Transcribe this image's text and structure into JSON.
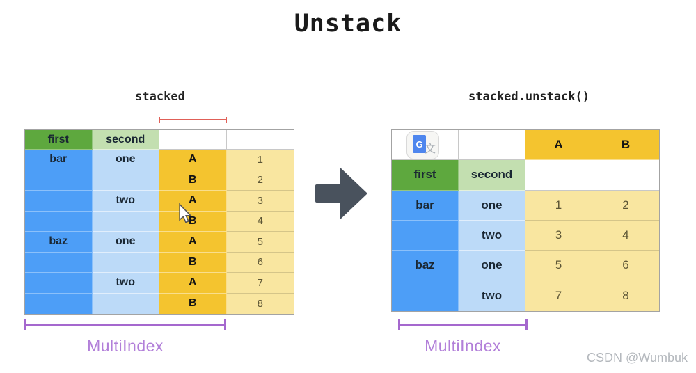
{
  "title": "Unstack",
  "left": {
    "label": "stacked",
    "header": [
      "first",
      "second",
      "",
      ""
    ],
    "rows": [
      [
        "bar",
        "one",
        "A",
        "1"
      ],
      [
        "",
        "",
        "B",
        "2"
      ],
      [
        "",
        "two",
        "A",
        "3"
      ],
      [
        "",
        "",
        "B",
        "4"
      ],
      [
        "baz",
        "one",
        "A",
        "5"
      ],
      [
        "",
        "",
        "B",
        "6"
      ],
      [
        "",
        "two",
        "A",
        "7"
      ],
      [
        "",
        "",
        "B",
        "8"
      ]
    ],
    "footer_label": "MultiIndex"
  },
  "right": {
    "label": "stacked.unstack()",
    "column_header": [
      "",
      "",
      "A",
      "B"
    ],
    "index_header": [
      "first",
      "second",
      "",
      ""
    ],
    "rows": [
      [
        "bar",
        "one",
        "1",
        "2"
      ],
      [
        "",
        "two",
        "3",
        "4"
      ],
      [
        "baz",
        "one",
        "5",
        "6"
      ],
      [
        "",
        "two",
        "7",
        "8"
      ]
    ],
    "footer_label": "MultiIndex"
  },
  "watermark": "CSDN @Wumbuk",
  "icons": [
    "right-arrow-icon",
    "google-translate-icon",
    "mouse-cursor-icon"
  ],
  "colors": {
    "index_blue": "#4D9EF7",
    "index_light_blue": "#BCDAF8",
    "header_green": "#5EA83E",
    "header_light_green": "#C3DFB0",
    "gold": "#F4C42F",
    "light_yellow": "#F9E6A0",
    "red_bracket": "#E06058",
    "purple_bracket": "#A568CE",
    "arrow_gray": "#49525D"
  }
}
